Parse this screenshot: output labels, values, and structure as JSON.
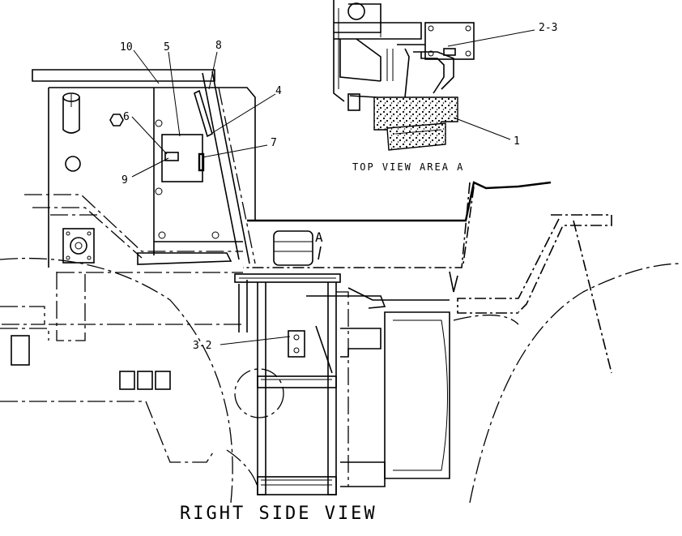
{
  "callouts": {
    "c10": "10",
    "c5": "5",
    "c8": "8",
    "c4": "4",
    "c6": "6",
    "c7": "7",
    "c9": "9",
    "c23": "2-3",
    "c1": "1",
    "c32": "3-2",
    "cA": "A"
  },
  "captions": {
    "top_view": "TOP VIEW AREA A",
    "main_view": "RIGHT SIDE VIEW"
  }
}
